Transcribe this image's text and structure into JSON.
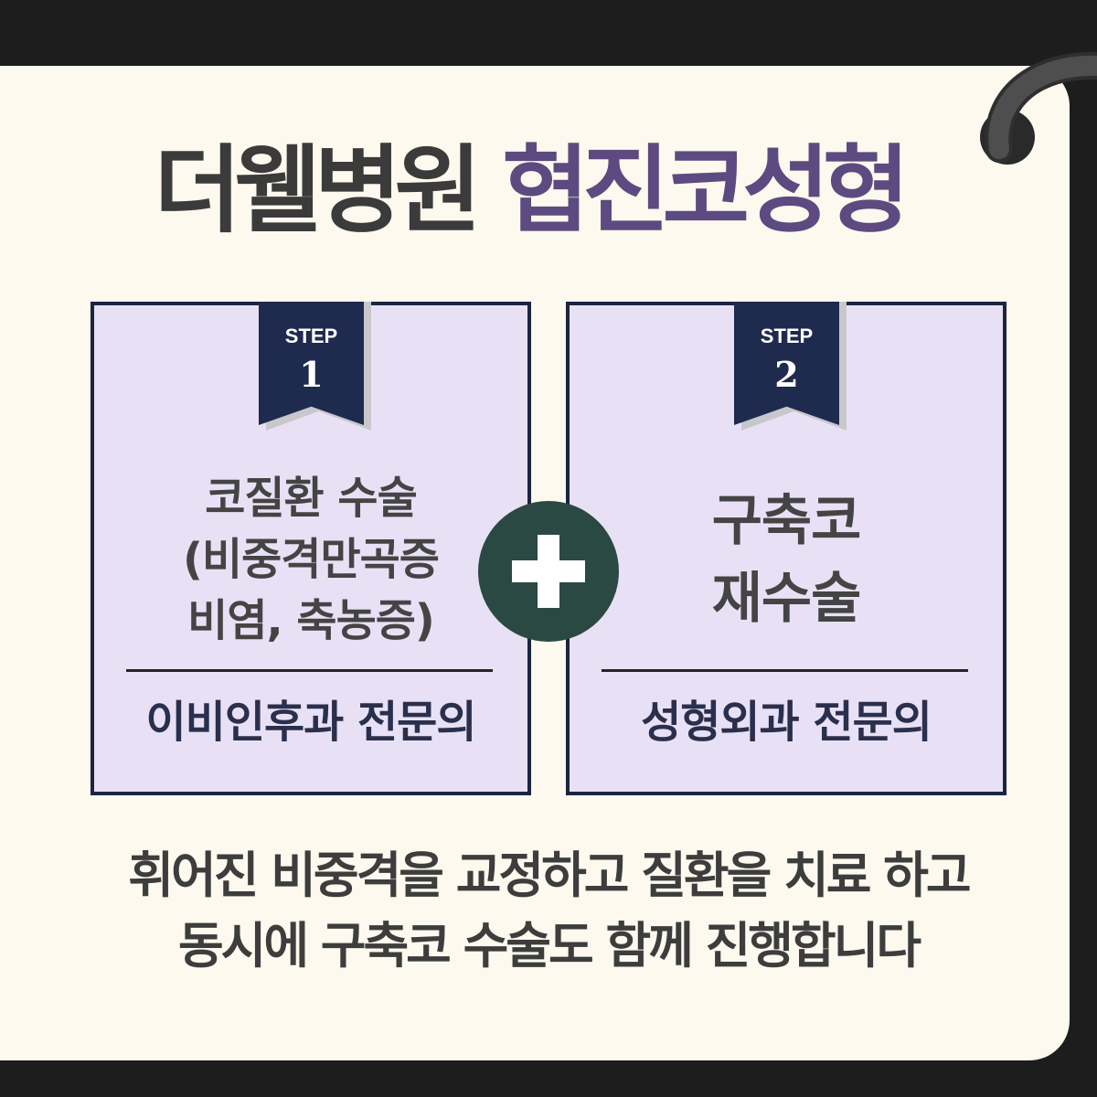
{
  "title": {
    "part1": "더웰병원",
    "part2": "협진코성형"
  },
  "steps": [
    {
      "step_label": "STEP",
      "number": "1",
      "lines": [
        "코질환 수술",
        "(비중격만곡증",
        "비염, 축농증)"
      ],
      "specialist": "이비인후과 전문의"
    },
    {
      "step_label": "STEP",
      "number": "2",
      "lines": [
        "구축코",
        "재수술"
      ],
      "specialist": "성형외과 전문의"
    }
  ],
  "footer": {
    "line1": "휘어진 비중격을 교정하고 질환을 치료 하고",
    "line2": "동시에 구축코 수술도 함께 진행합니다"
  },
  "icons": {
    "plus": "plus-icon",
    "ring": "binder-ring-icon"
  },
  "colors": {
    "background": "#1d1d1d",
    "card": "#fdf9ee",
    "title_dark": "#3b3b3b",
    "title_accent": "#5d4a80",
    "box_fill": "#e8e1f6",
    "box_border": "#1b2542",
    "ribbon": "#1f2a4f",
    "ribbon_shadow": "#c8c8cc",
    "box_text": "#444444",
    "specialist_text": "#2a2f4c",
    "plus_circle": "#2b4943",
    "footer_text": "#3d3d3d",
    "divider": "#232323",
    "ring": "#4e4e4e",
    "ring_hole": "#2a2a2a"
  }
}
